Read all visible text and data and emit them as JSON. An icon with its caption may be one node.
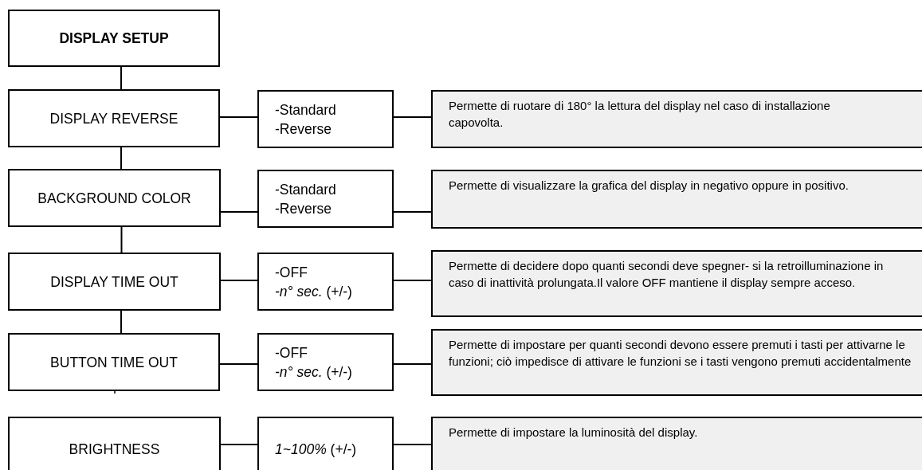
{
  "diagram": {
    "nodes": [
      {
        "text": [
          "DISPLAY SETUP"
        ]
      },
      {
        "text": [
          "DISPLAY REVERSE"
        ]
      },
      {
        "text": [
          "-Standard",
          "-Reverse"
        ]
      },
      {
        "text": [
          "Permette di ruotare di 180° la lettura del display nel caso di installazione capovolta."
        ]
      },
      {
        "text": [
          "BACKGROUND COLOR"
        ]
      },
      {
        "text": [
          "-Standard",
          "-Reverse"
        ]
      },
      {
        "text": [
          "Permette di visualizzare la grafica del display in negativo oppure in positivo."
        ]
      },
      {
        "text": [
          "DISPLAY TIME OUT"
        ]
      },
      {
        "text": [
          "-OFF",
          "*-n° sec.* (+/-)"
        ]
      },
      {
        "text": [
          "Permette di decidere dopo quanti secondi deve spegner- si la retroilluminazione in caso di inattività prolungata.Il valore OFF mantiene il display sempre acceso."
        ]
      },
      {
        "text": [
          "BUTTON TIME OUT"
        ]
      },
      {
        "text": [
          "-OFF",
          "*-n° sec.* (+/-)"
        ]
      },
      {
        "text": [
          "Permette di impostare per quanti secondi devono essere premuti i tasti per attivarne le funzioni; ciò impedisce di attivare le funzioni se i tasti vengono premuti accidentalmente"
        ]
      },
      {
        "text": [
          "BRIGHTNESS"
        ]
      },
      {
        "text": [
          "*1~100%* (+/-)"
        ]
      },
      {
        "text": [
          "Permette di impostare la luminosità del display."
        ]
      }
    ],
    "edges": [
      {
        "from": 0,
        "to": 1,
        "arrow": "none"
      },
      {
        "from": 1,
        "to": 4,
        "arrow": "none"
      },
      {
        "from": 4,
        "to": 7,
        "arrow": "none"
      },
      {
        "from": 7,
        "to": 10,
        "arrow": "none"
      },
      {
        "from": 1,
        "to": 2,
        "arrow": "none"
      },
      {
        "from": 2,
        "to": 3,
        "arrow": "none"
      },
      {
        "from": 4,
        "to": 5,
        "arrow": "none"
      },
      {
        "from": 5,
        "to": 6,
        "arrow": "none"
      },
      {
        "from": 7,
        "to": 8,
        "arrow": "none"
      },
      {
        "from": 8,
        "to": 9,
        "arrow": "none"
      },
      {
        "from": 10,
        "to": 11,
        "arrow": "none"
      },
      {
        "from": 11,
        "to": 12,
        "arrow": "none"
      },
      {
        "from": 13,
        "to": 14,
        "arrow": "none"
      },
      {
        "from": 14,
        "to": 15,
        "arrow": "none"
      }
    ]
  }
}
